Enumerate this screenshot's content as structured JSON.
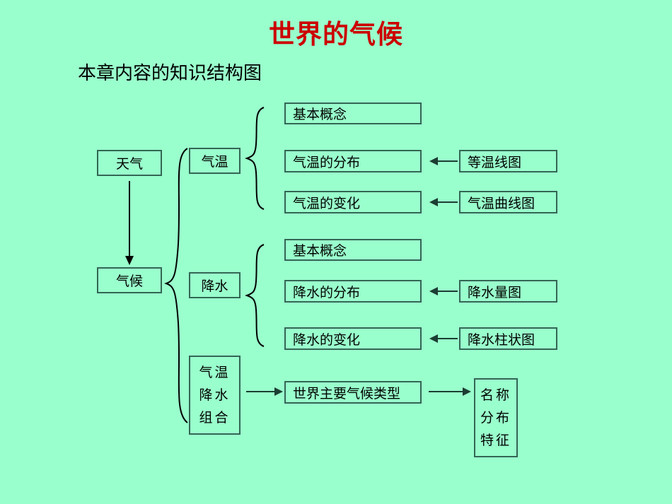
{
  "slide": {
    "background_color": "#99FFCC",
    "title": "世界的气候",
    "title_color": "#CC0000",
    "subtitle": "本章内容的知识结构图"
  },
  "diagram": {
    "type": "tree-structure",
    "root_nodes": {
      "weather": "天气",
      "climate": "气候"
    },
    "branches": [
      {
        "key": "temperature",
        "label": "气温",
        "children": [
          {
            "label": "基本概念",
            "source": null
          },
          {
            "label": "气温的分布",
            "source": "等温线图"
          },
          {
            "label": "气温的变化",
            "source": "气温曲线图"
          }
        ]
      },
      {
        "key": "precipitation",
        "label": "降水",
        "children": [
          {
            "label": "基本概念",
            "source": null
          },
          {
            "label": "降水的分布",
            "source": "降水量图"
          },
          {
            "label": "降水的变化",
            "source": "降水柱状图"
          }
        ]
      }
    ],
    "combination": {
      "lines": [
        "气温",
        "降水",
        "组合"
      ],
      "result": "世界主要气候类型",
      "attributes": [
        "名称",
        "分布",
        "特征"
      ]
    },
    "labels": {
      "temp_concept": "基本概念",
      "temp_distribution": "气温的分布",
      "temp_change": "气温的变化",
      "isotherm_map": "等温线图",
      "temp_curve_chart": "气温曲线图",
      "prec_concept": "基本概念",
      "prec_distribution": "降水的分布",
      "prec_change": "降水的变化",
      "precipitation_map": "降水量图",
      "precipitation_bar_chart": "降水柱状图",
      "combo_line1": "气温",
      "combo_line2": "降水",
      "combo_line3": "组合",
      "main_climate_types": "世界主要气候类型",
      "attr_line1": "名称",
      "attr_line2": "分布",
      "attr_line3": "特征"
    }
  }
}
